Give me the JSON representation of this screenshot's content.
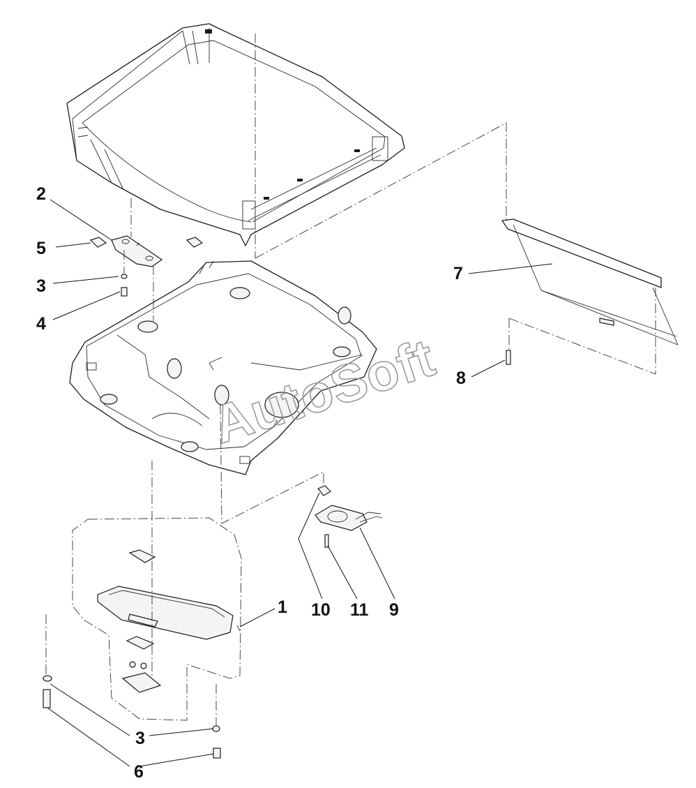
{
  "watermark": "AutoSoft",
  "callouts": [
    {
      "id": "c2",
      "label": "2"
    },
    {
      "id": "c5",
      "label": "5"
    },
    {
      "id": "c3a",
      "label": "3"
    },
    {
      "id": "c4",
      "label": "4"
    },
    {
      "id": "c7",
      "label": "7"
    },
    {
      "id": "c8",
      "label": "8"
    },
    {
      "id": "c1",
      "label": "1"
    },
    {
      "id": "c10",
      "label": "10"
    },
    {
      "id": "c11",
      "label": "11"
    },
    {
      "id": "c9",
      "label": "9"
    },
    {
      "id": "c3b",
      "label": "3"
    },
    {
      "id": "c6",
      "label": "6"
    }
  ],
  "colors": {
    "line": "#1a1a1a",
    "watermark": "#9a9a9a",
    "background": "#ffffff"
  }
}
